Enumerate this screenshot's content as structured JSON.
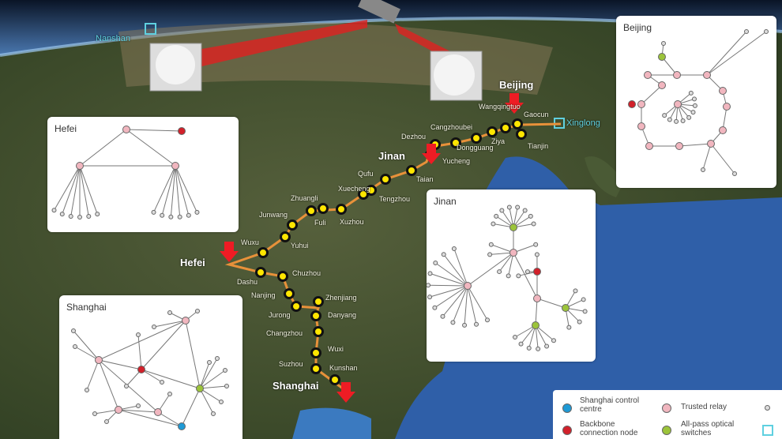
{
  "cities": {
    "beijing": "Beijing",
    "jinan": "Jinan",
    "hefei": "Hefei",
    "shanghai": "Shanghai",
    "xinglong": "Xinglong",
    "nanshan": "Nanshan"
  },
  "stations": [
    "Wangqingtuo",
    "Gaocun",
    "Cangzhoubei",
    "Tianjin",
    "Ziya",
    "Dongguang",
    "Dezhou",
    "Yucheng",
    "Qufu",
    "Taian",
    "Xuecheng",
    "Tengzhou",
    "Zhuangli",
    "Junwang",
    "Fuli",
    "Xuzhou",
    "Wuxu",
    "Yuhui",
    "Dashu",
    "Chuzhou",
    "Nanjing",
    "Zhenjiang",
    "Jurong",
    "Danyang",
    "Changzhou",
    "Wuxi",
    "Suzhou",
    "Kunshan"
  ],
  "insets": {
    "hefei": "Hefei",
    "beijing": "Beijing",
    "jinan": "Jinan",
    "shanghai": "Shanghai"
  },
  "legend": {
    "control": "Shanghai control centre",
    "backbone": "Backbone connection node",
    "relay": "Trusted relay",
    "switch": "All-pass optical switches"
  },
  "colors": {
    "control": "#1e9ad6",
    "backbone": "#d2202a",
    "relay": "#f1b6bf",
    "switch": "#9cc43a",
    "route": "#e8913a",
    "marker": "#ffe600",
    "arrow": "#ee1c24"
  }
}
